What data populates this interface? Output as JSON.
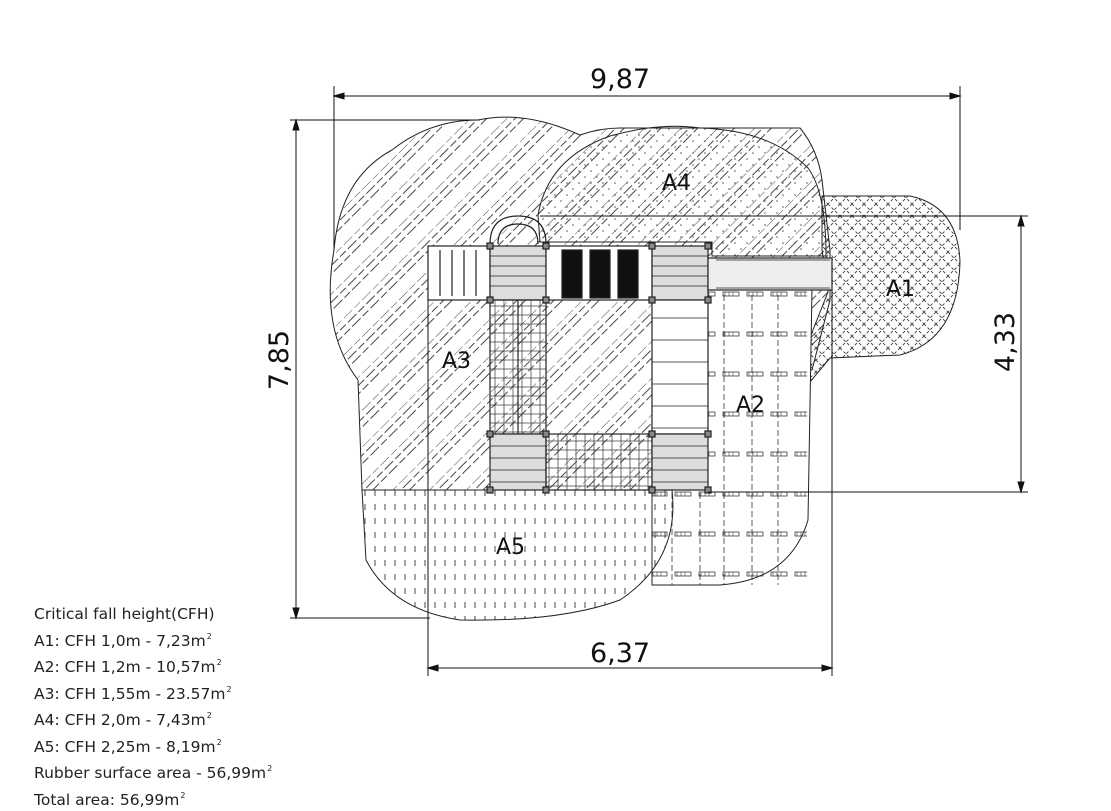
{
  "dimensions": {
    "top": "9,87",
    "left": "7,85",
    "right": "4,33",
    "bottom": "6,37"
  },
  "zones": {
    "a1": "A1",
    "a2": "A2",
    "a3": "A3",
    "a4": "A4",
    "a5": "A5"
  },
  "legend": {
    "title": "Critical fall height(CFH)",
    "a1": "A1: CFH 1,0m - 7,23m",
    "a2": "A2: CFH 1,2m - 10,57m",
    "a3": "A3: CFH 1,55m - 23.57m",
    "a4": "A4: CFH 2,0m - 7,43m",
    "a5": "A5: CFH 2,25m - 8,19m",
    "rubber": "Rubber surface area - 56,99m",
    "total": "Total area: 56,99m",
    "unit_power": "2"
  }
}
